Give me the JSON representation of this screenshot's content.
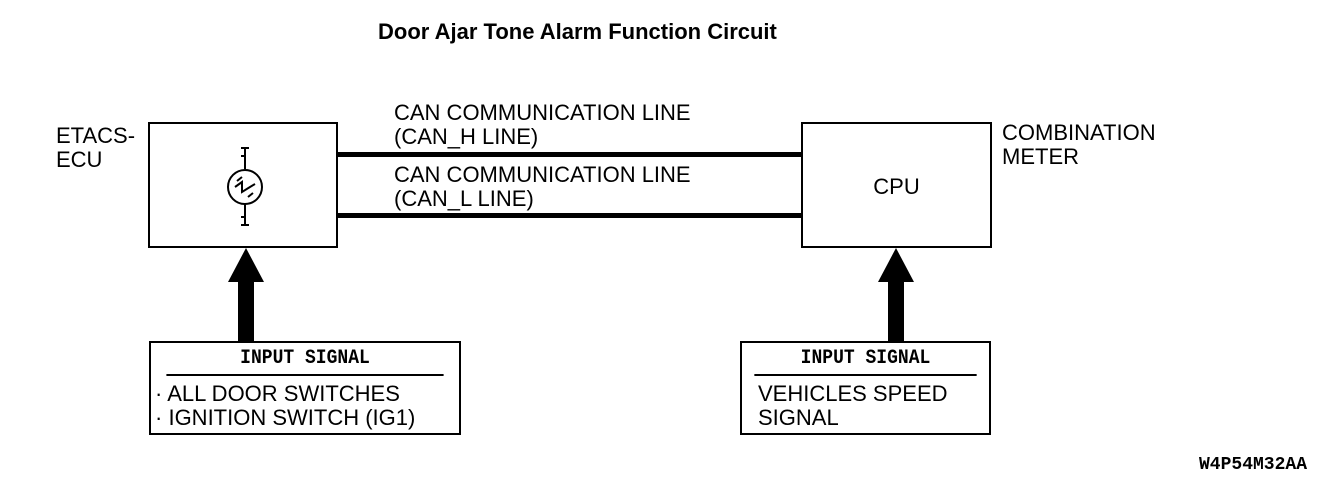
{
  "title": "Door Ajar Tone Alarm Function Circuit",
  "etacs": {
    "label_line1": "ETACS-",
    "label_line2": "ECU"
  },
  "combination_meter": {
    "label_line1": "COMBINATION",
    "label_line2": "METER",
    "cpu": "CPU"
  },
  "can_h": {
    "line1": "CAN COMMUNICATION LINE",
    "line2": "(CAN_H LINE)"
  },
  "can_l": {
    "line1": "CAN COMMUNICATION LINE",
    "line2": "(CAN_L LINE)"
  },
  "input_left": {
    "header": "INPUT SIGNAL",
    "items": [
      "ALL DOOR SWITCHES",
      "IGNITION SWITCH (IG1)"
    ],
    "bullet": "·"
  },
  "input_right": {
    "header": "INPUT SIGNAL",
    "line1": "VEHICLES SPEED",
    "line2": "SIGNAL"
  },
  "figure_code": "W4P54M32AA"
}
